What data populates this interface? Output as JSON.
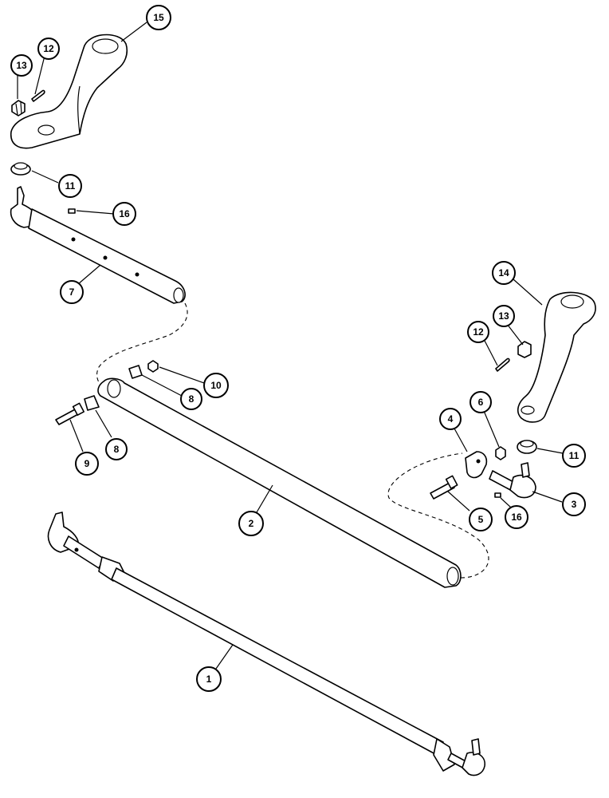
{
  "callouts": [
    {
      "id": "c15",
      "label": "15"
    },
    {
      "id": "c13a",
      "label": "13"
    },
    {
      "id": "c12a",
      "label": "12"
    },
    {
      "id": "c11a",
      "label": "11"
    },
    {
      "id": "c16a",
      "label": "16"
    },
    {
      "id": "c7",
      "label": "7"
    },
    {
      "id": "c14",
      "label": "14"
    },
    {
      "id": "c13b",
      "label": "13"
    },
    {
      "id": "c12b",
      "label": "12"
    },
    {
      "id": "c10",
      "label": "10"
    },
    {
      "id": "c8a",
      "label": "8"
    },
    {
      "id": "c8b",
      "label": "8"
    },
    {
      "id": "c9",
      "label": "9"
    },
    {
      "id": "c4",
      "label": "4"
    },
    {
      "id": "c6",
      "label": "6"
    },
    {
      "id": "c11b",
      "label": "11"
    },
    {
      "id": "c3",
      "label": "3"
    },
    {
      "id": "c5",
      "label": "5"
    },
    {
      "id": "c16b",
      "label": "16"
    },
    {
      "id": "c2",
      "label": "2"
    },
    {
      "id": "c1",
      "label": "1"
    }
  ]
}
